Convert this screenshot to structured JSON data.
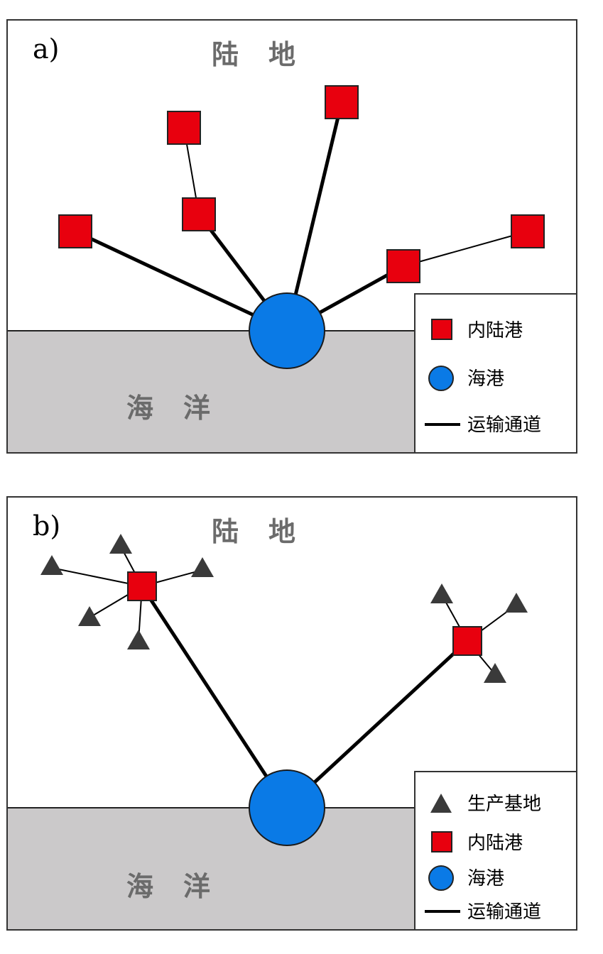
{
  "panel_a": {
    "label": "a)",
    "land_label": "陆　地",
    "ocean_label": "海　洋",
    "legend": {
      "inland_port": "内陆港",
      "seaport": "海港",
      "transport_channel": "运输通道"
    }
  },
  "panel_b": {
    "label": "b)",
    "land_label": "陆　地",
    "ocean_label": "海　洋",
    "legend": {
      "production_base": "生产基地",
      "inland_port": "内陆港",
      "seaport": "海港",
      "transport_channel": "运输通道"
    }
  },
  "colors": {
    "inland_port": "#e8000e",
    "seaport": "#0a7ae6",
    "production_base": "#3a3a3a",
    "ocean": "#cbc9ca",
    "channel": "#000000"
  }
}
